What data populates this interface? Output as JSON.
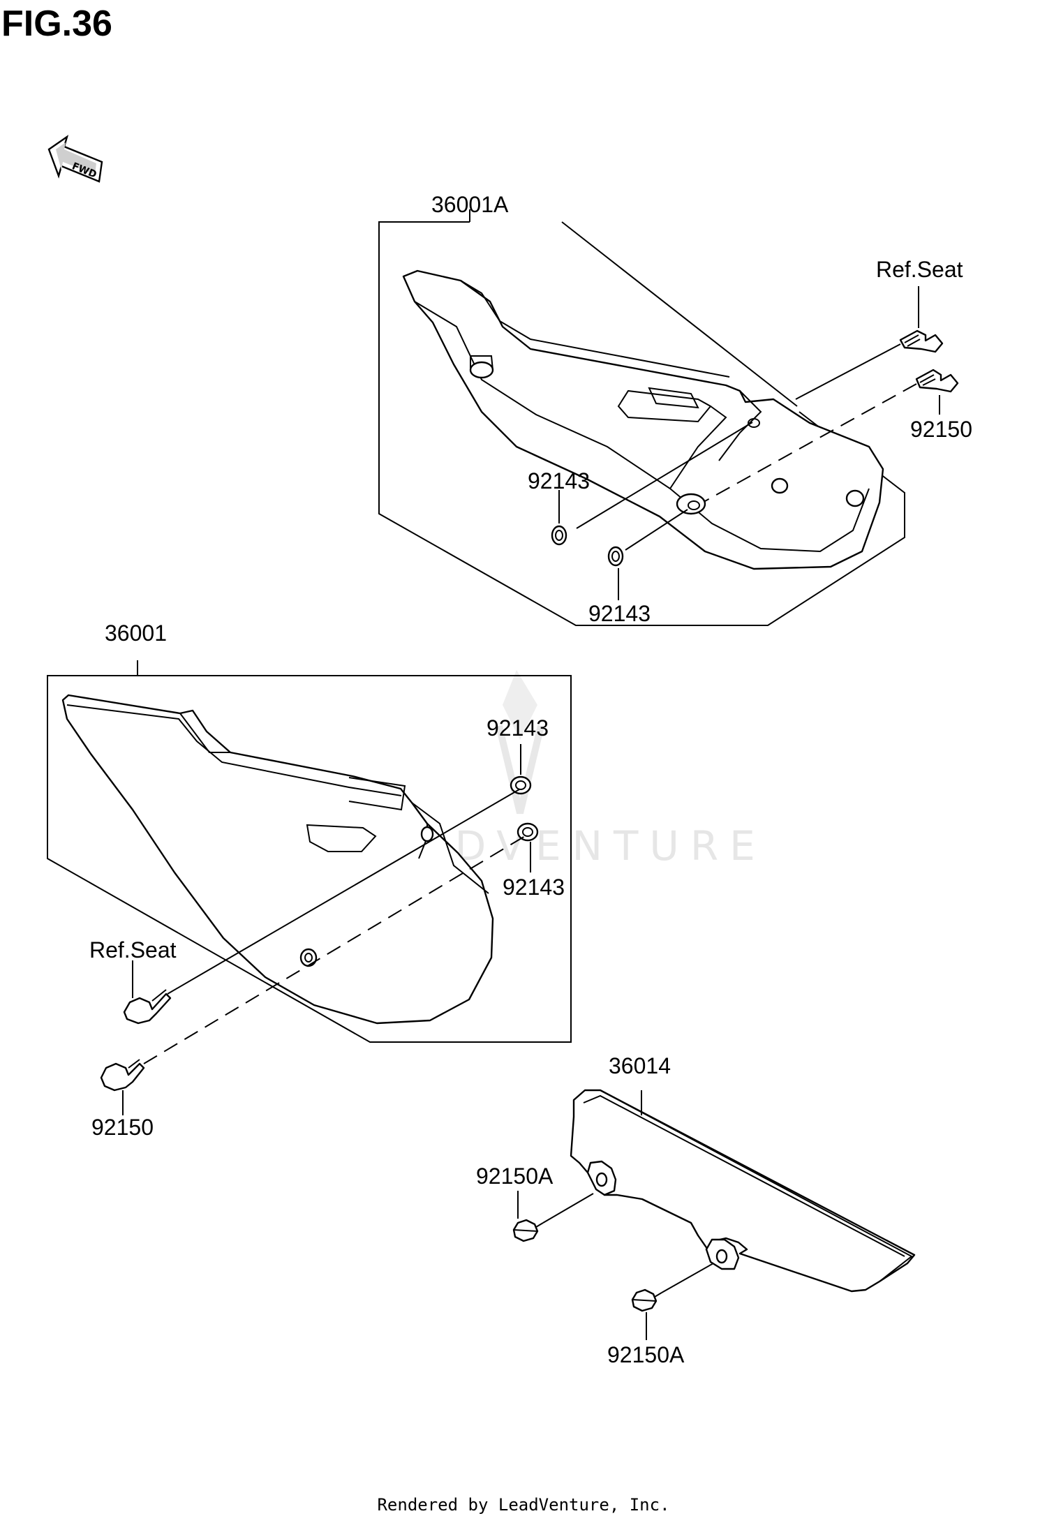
{
  "figure": {
    "title": "FIG.36"
  },
  "direction_badge": {
    "text": "FWD",
    "icon": "fwd-arrow-icon"
  },
  "watermark": {
    "text": "LEADVENTURE"
  },
  "labels": {
    "p36001A": "36001A",
    "refseat_top": "Ref.Seat",
    "p92150_top": "92150",
    "p92143_a": "92143",
    "p92143_b": "92143",
    "p36001": "36001",
    "p92143_c": "92143",
    "p92143_d": "92143",
    "refseat_left": "Ref.Seat",
    "p92150_left": "92150",
    "p36014": "36014",
    "p92150A_a": "92150A",
    "p92150A_b": "92150A"
  },
  "footer": {
    "text": "Rendered by LeadVenture, Inc."
  }
}
